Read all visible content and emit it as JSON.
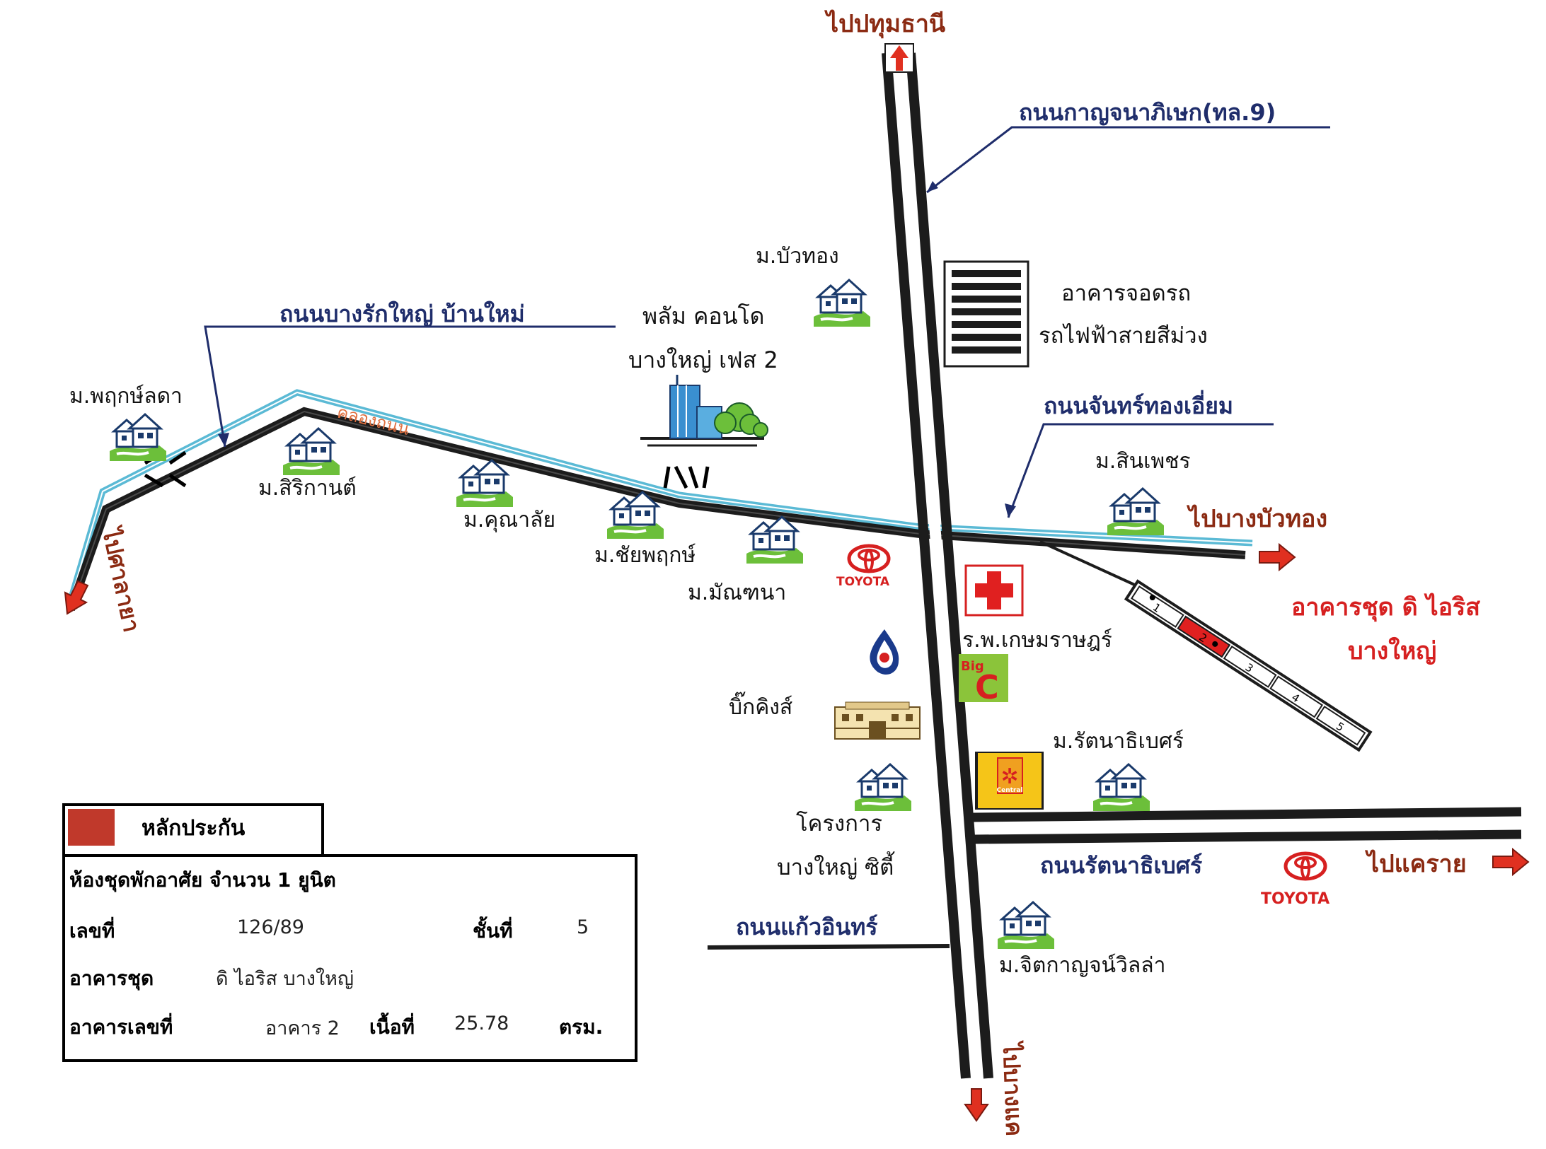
{
  "map": {
    "roads": {
      "main_road": "ถนนกาญจนาภิเษก(ทล.9)",
      "bangrak_road": "ถนนบางรักใหญ่ บ้านใหม่",
      "chanthong_road": "ถนนจันทร์ทองเอี่ยม",
      "rattanathibet_road": "ถนนรัตนาธิเบศร์",
      "kaewin_road": "ถนนแก้วอินทร์",
      "canal": "คลองถนน"
    },
    "directions": {
      "to_pathumthani": "ไปปทุมธานี",
      "to_salaya": "ไปศาลายา",
      "to_bangbuathong": "ไปบางบัวทอง",
      "to_khae_rai": "ไปแคราย",
      "to_bangkhae": "ไปบางแค"
    },
    "places": {
      "m_pruksa_lada": "ม.พฤกษ์ลดา",
      "m_sirikan": "ม.สิริกานต์",
      "m_khunalai": "ม.คุณาลัย",
      "m_chaiyapruk": "ม.ชัยพฤกษ์",
      "m_manthana": "ม.มัณฑนา",
      "m_buathong": "ม.บัวทอง",
      "plum_condo_line1": "พลัม คอนโด",
      "plum_condo_line2": "บางใหญ่ เฟส 2",
      "parking_line1": "อาคารจอดรถ",
      "parking_line2": "รถไฟฟ้าสายสีม่วง",
      "m_sinpetch": "ม.สินเพชร",
      "the_iris_line1": "อาคารชุด ดิ ไอริส",
      "the_iris_line2": "บางใหญ่",
      "hospital": "ร.พ.เกษมราษฎร์",
      "big_king": "บิ๊กคิงส์",
      "m_rattanathibet": "ม.รัตนาธิเบศร์",
      "project_line1": "โครงการ",
      "project_line2": "บางใหญ่ ซิตี้",
      "m_chitkanwilla": "ม.จิตกาญจน์วิลล่า"
    },
    "brands": {
      "toyota_1": "TOYOTA",
      "toyota_2": "TOYOTA",
      "bigc_big": "Big",
      "bigc_c": "C",
      "central": "Central"
    },
    "building_numbers": [
      "1",
      "2",
      "3",
      "4",
      "5"
    ],
    "colors": {
      "road": "#1c1c1c",
      "canal": "#5bbad5",
      "direction_text": "#8b2a12",
      "road_label": "#1f2d6b",
      "highlight": "#d62020",
      "arrow": "#e03020"
    }
  },
  "legend": {
    "collateral_label": "หลักประกัน",
    "title": "ห้องชุดพักอาศัย จำนวน 1 ยูนิต",
    "rows": {
      "number_label": "เลขที่",
      "number_value": "126/89",
      "floor_label": "ชั้นที่",
      "floor_value": "5",
      "building_label": "อาคารชุด",
      "building_value": "ดิ ไอริส บางใหญ่",
      "building_no_label": "อาคารเลขที่",
      "building_no_value": "อาคาร 2",
      "area_label": "เนื้อที่",
      "area_value": "25.78",
      "area_unit": "ตรม."
    }
  }
}
